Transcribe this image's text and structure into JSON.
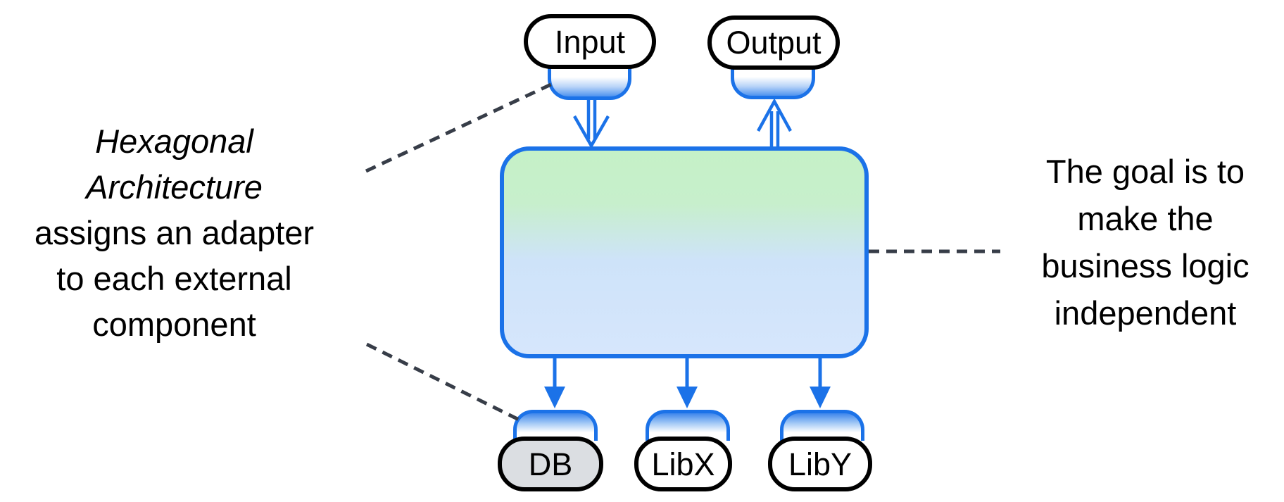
{
  "colors": {
    "blue": "#1b72e8",
    "cup_blue": "#4e93ef",
    "box_green": "#c5f1c7",
    "box_blue": "#d6e6fc",
    "dash": "#373d48",
    "node_border": "#000000",
    "db_fill": "#dbdee2",
    "ink": "#000000",
    "background": "#ffffff"
  },
  "nodes": {
    "input": {
      "label": "Input"
    },
    "output": {
      "label": "Output"
    },
    "db": {
      "label": "DB"
    },
    "libx": {
      "label": "LibX"
    },
    "liby": {
      "label": "LibY"
    }
  },
  "left_note": {
    "line1": "Hexagonal",
    "line2": "Architecture",
    "line3": "assigns an adapter",
    "line4": "to each external",
    "line5": "component"
  },
  "right_note": {
    "line1": "The goal is to",
    "line2": "make the",
    "line3": "business logic",
    "line4": "independent"
  }
}
